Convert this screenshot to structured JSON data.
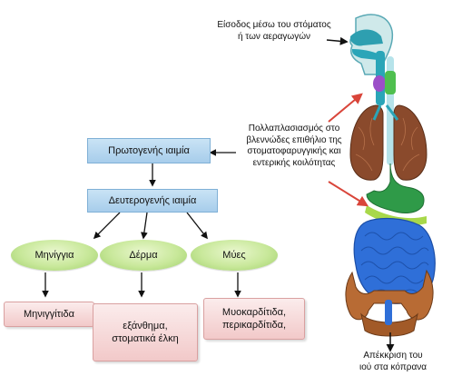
{
  "labels": {
    "entry_line1": "Είσοδος μέσω του στόματος",
    "entry_line2": "ή των αεραγωγών",
    "replication_line1": "Πολλαπλασιασμός στο",
    "replication_line2": "βλεννώδες επιθήλιο της",
    "replication_line3": "στοματοφαρυγγικής και",
    "replication_line4": "εντερικής  κοιλότητας",
    "excretion_line1": "Απέκκριση του",
    "excretion_line2": "ιού στα κόπρανα"
  },
  "flow": {
    "primary_viremia": "Πρωτογενής ιαιμία",
    "secondary_viremia": "Δευτερογενής  ιαιμία",
    "targets": [
      "Μηνίγγια",
      "Δέρμα",
      "Μύες"
    ],
    "outcomes": {
      "meninges": "Μηνιγγίτιδα",
      "skin_line1": "εξάνθημα,",
      "skin_line2": "στοματικά έλκη",
      "muscle_line1": "Μυοκαρδίτιδα,",
      "muscle_line2": "περικαρδίτιδα,"
    }
  },
  "colors": {
    "arrow_red": "#d9453a",
    "arrow_black": "#111111",
    "box_blue": "#b6d7ee",
    "pill_green": "#c8e89a",
    "box_pink": "#f2c9c9"
  }
}
